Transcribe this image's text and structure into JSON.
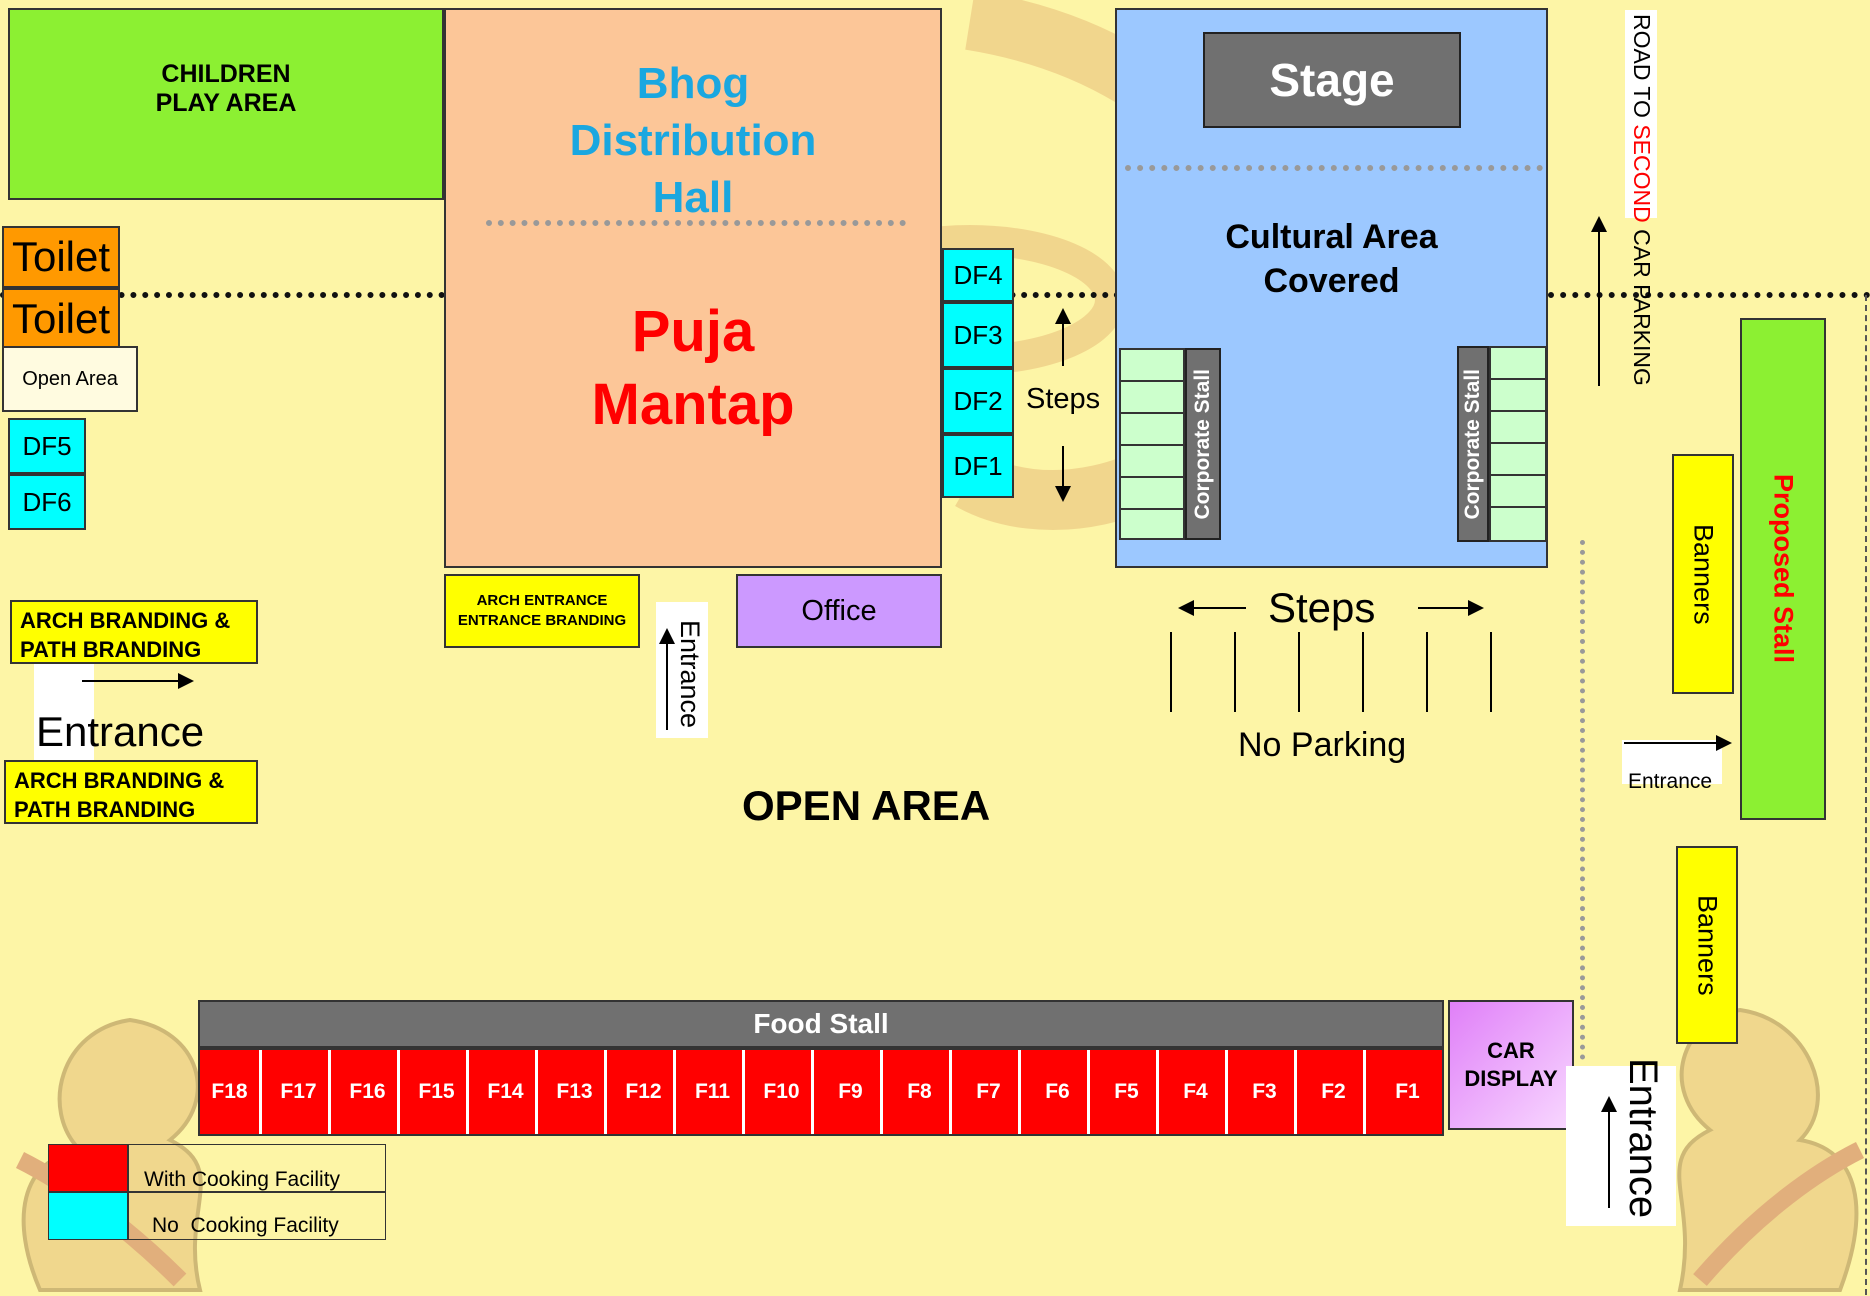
{
  "colors": {
    "background": "#fdf5a6",
    "children_play": "#8cf032",
    "puja_hall": "#fcc698",
    "cultural_area": "#9cc8ff",
    "stage": "#707070",
    "toilet": "#ff9900",
    "dry_food": "#00ffff",
    "food_stall": "#ff0000",
    "food_header": "#707070",
    "office": "#cc99ff",
    "branding": "#ffff00",
    "corporate_stall": "#ccffcc",
    "car_display": "#e8a8f8",
    "proposed_stall": "#8cf032"
  },
  "children_play": {
    "line1": "CHILDREN",
    "line2": "PLAY AREA"
  },
  "bhog_hall": {
    "line1": "Bhog",
    "line2": "Distribution",
    "line3": "Hall"
  },
  "puja_mantap": {
    "line1": "Puja",
    "line2": "Mantap"
  },
  "stage": {
    "label": "Stage"
  },
  "cultural_area": {
    "line1": "Cultural Area",
    "line2": "Covered"
  },
  "corporate_stall_left": {
    "label": "Corporate Stall"
  },
  "corporate_stall_right": {
    "label": "Corporate Stall"
  },
  "road": {
    "prefix": "ROAD TO ",
    "highlight": "SECOND",
    "suffix": " CAR PARKING"
  },
  "toilets": [
    "Toilet",
    "Toilet"
  ],
  "open_area_small": "Open Area",
  "dry_food_left": [
    "DF5",
    "DF6"
  ],
  "dry_food_right": [
    "DF4",
    "DF3",
    "DF2",
    "DF1"
  ],
  "steps_small": "Steps",
  "steps_big": "Steps",
  "no_parking": "No Parking",
  "arch_branding_top": {
    "line1": "ARCH BRANDING &",
    "line2": "PATH BRANDING"
  },
  "arch_branding_bottom": {
    "line1": "ARCH BRANDING &",
    "line2": "PATH BRANDING"
  },
  "arch_entrance": {
    "line1": "ARCH ENTRANCE",
    "line2": "ENTRANCE BRANDING"
  },
  "entrance_left": "Entrance",
  "entrance_center": "Entrance",
  "entrance_right": "Entrance",
  "entrance_bottom_right": "Entrance",
  "office": "Office",
  "open_area_main": "OPEN AREA",
  "banners": [
    "Banners",
    "Banners"
  ],
  "proposed_stall": "Proposed Stall",
  "food_stall": {
    "header": "Food Stall",
    "cells": [
      "F18",
      "F17",
      "F16",
      "F15",
      "F14",
      "F13",
      "F12",
      "F11",
      "F10",
      "F9",
      "F8",
      "F7",
      "F6",
      "F5",
      "F4",
      "F3",
      "F2",
      "F1"
    ]
  },
  "car_display": {
    "line1": "CAR",
    "line2": "DISPLAY"
  },
  "legend": [
    {
      "label": "With Cooking Facility",
      "color": "#ff0000"
    },
    {
      "label": "No  Cooking Facility",
      "color": "#00ffff"
    }
  ]
}
